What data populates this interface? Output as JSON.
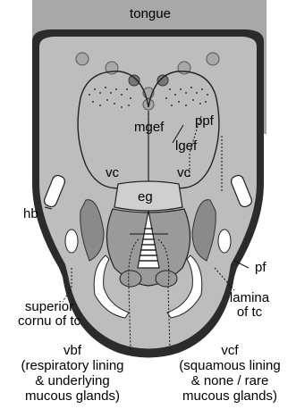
{
  "colors": {
    "tissue": "#bdbdbd",
    "tongue_bg": "#a8a8a8",
    "dark_lining": "#2b2b2b",
    "epiglottis": "#cfcfcf",
    "folds": "#8f8f8f",
    "cartilage_white": "#ffffff"
  },
  "labels": {
    "tongue": "tongue",
    "mgef": "mgef",
    "lgef": "lgef",
    "ppf": "ppf",
    "vc_left": "vc",
    "vc_right": "vc",
    "eg": "eg",
    "hb": "hb",
    "pf": "pf",
    "superior_cornu": [
      "superior",
      "cornu of tc"
    ],
    "lamina": [
      "lamina",
      "of tc"
    ],
    "vbf": "vbf",
    "vbf_note": [
      "(respiratory lining",
      "& underlying",
      "mucous glands)"
    ],
    "vcf": "vcf",
    "vcf_note": [
      "(squamous lining",
      "& none / rare",
      "mucous glands)"
    ]
  }
}
